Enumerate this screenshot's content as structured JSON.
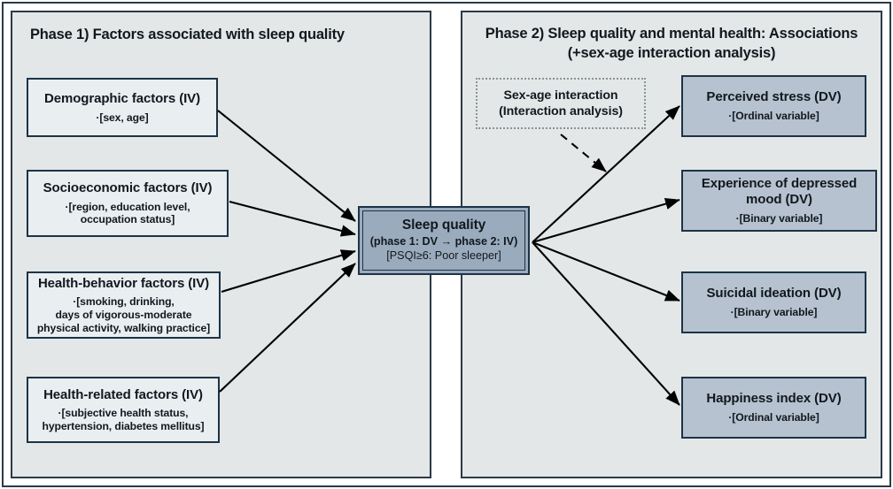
{
  "figure": {
    "type": "study-design-flow-diagram"
  },
  "phase1": {
    "title": "Phase 1) Factors associated with sleep quality",
    "nodes": [
      {
        "name": "demographic-factors",
        "title": "Demographic factors (IV)",
        "sub": "·[sex, age]"
      },
      {
        "name": "socioeconomic-factors",
        "title": "Socioeconomic factors (IV)",
        "sub": "·[region, education level,\noccupation status]"
      },
      {
        "name": "health-behavior-factors",
        "title": "Health-behavior factors (IV)",
        "sub": "·[smoking, drinking,\ndays of vigorous-moderate\nphysical activity, walking practice]"
      },
      {
        "name": "health-related-factors",
        "title": "Health-related factors (IV)",
        "sub": "·[subjective health status,\nhypertension, diabetes mellitus]"
      }
    ]
  },
  "phase2": {
    "title": "Phase 2) Sleep quality and mental health: Associations\n(+sex-age interaction analysis)",
    "interaction": {
      "name": "sex-age-interaction",
      "line1": "Sex-age interaction",
      "line2": "(Interaction analysis)"
    },
    "nodes": [
      {
        "name": "perceived-stress",
        "title": "Perceived stress (DV)",
        "sub": "·[Ordinal variable]"
      },
      {
        "name": "experience-of-depressed-mood",
        "title": "Experience of depressed\nmood (DV)",
        "sub": "·[Binary variable]"
      },
      {
        "name": "suicidal-ideation",
        "title": "Suicidal ideation (DV)",
        "sub": "·[Binary variable]"
      },
      {
        "name": "happiness-index",
        "title": "Happiness index (DV)",
        "sub": "·[Ordinal variable]"
      }
    ]
  },
  "center": {
    "name": "sleep-quality",
    "title": "Sleep quality",
    "line2": "(phase 1: DV → phase 2: IV)",
    "line3": "[PSQI≥6: Poor sleeper]"
  },
  "colors": {
    "panel_background": "#e3e7e8",
    "frame_border": "#2b3a47",
    "iv_box_fill": "#e9eef1",
    "dv_box_fill": "#b6c2cf",
    "center_box_fill": "#9aabbd",
    "box_border": "#1d3346",
    "dotted_border": "#8a9399",
    "arrow": "#000000",
    "text": "#11181e"
  }
}
